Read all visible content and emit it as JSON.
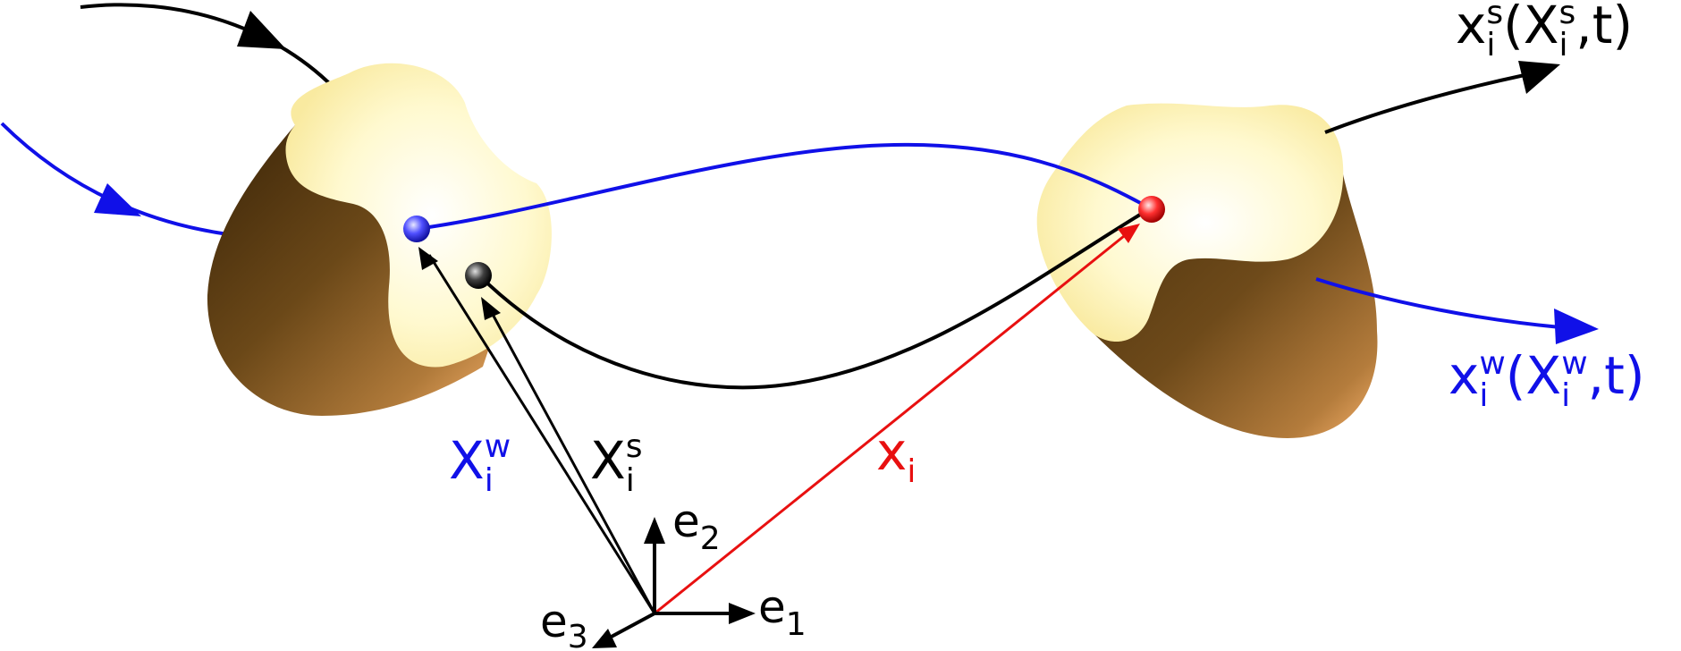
{
  "colors": {
    "blue": "#1010e8",
    "red": "#e81010",
    "black": "#000000",
    "grain_dark": "#5c3c10",
    "grain_light": "#f5b06a",
    "grain_top": "#fff8c8"
  },
  "labels": {
    "top_right": {
      "main": "x",
      "sub_i": "i",
      "sup_s": "s",
      "paren_open": "(X",
      "sub_i2": "i",
      "sup_s2": "s",
      "tail": ",t)"
    },
    "right_blue": {
      "main": "x",
      "sub_i": "i",
      "sup_w": "w",
      "paren_open": "(X",
      "sub_i2": "i",
      "sup_w2": "w",
      "tail": ",t)"
    },
    "Xw": {
      "main": "X",
      "sub": "i",
      "sup": "w"
    },
    "Xs": {
      "main": "X",
      "sub": "i",
      "sup": "s"
    },
    "xi": {
      "main": "x",
      "sub": "i"
    },
    "e1": {
      "main": "e",
      "sub": "1"
    },
    "e2": {
      "main": "e",
      "sub": "2"
    },
    "e3": {
      "main": "e",
      "sub": "3"
    }
  },
  "icons": {
    "blue_particle": "sphere-icon",
    "black_particle": "sphere-icon",
    "red_particle": "sphere-icon"
  }
}
